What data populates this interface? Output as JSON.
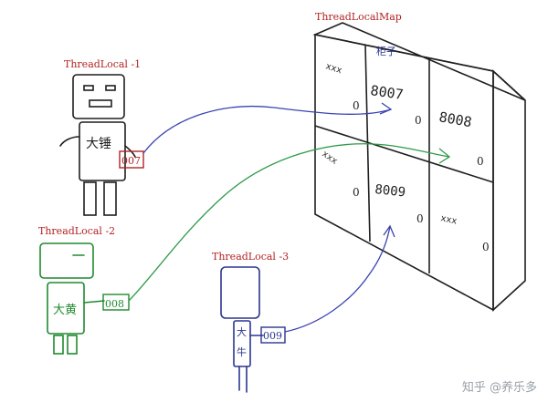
{
  "map": {
    "title": "ThreadLocalMap",
    "cabinet_label": "柜子",
    "cells": [
      {
        "key": "xxx",
        "value": "0",
        "tag": ""
      },
      {
        "key": "",
        "value": "0",
        "tag": "8007"
      },
      {
        "key": "",
        "value": "0",
        "tag": "8008"
      },
      {
        "key": "xxx",
        "value": "0",
        "tag": ""
      },
      {
        "key": "",
        "value": "0",
        "tag": "8009"
      },
      {
        "key": "xxx",
        "value": "0",
        "tag": ""
      }
    ]
  },
  "threads": [
    {
      "label": "ThreadLocal -1",
      "name": "大锤",
      "tag": "007",
      "color": "#1f1f1f"
    },
    {
      "label": "ThreadLocal -2",
      "name": "大黄",
      "tag": "008",
      "color": "#1f8a2e"
    },
    {
      "label": "ThreadLocal -3",
      "name_top": "大",
      "name_bottom": "牛",
      "tag": "009",
      "color": "#2b3590"
    }
  ],
  "watermark": "知乎 @养乐多",
  "colors": {
    "label_red": "#b22222",
    "arrow_1": "#3b44b0",
    "arrow_2": "#2e9a4a",
    "arrow_3": "#3b44b0",
    "ink": "#1f1f1f"
  }
}
